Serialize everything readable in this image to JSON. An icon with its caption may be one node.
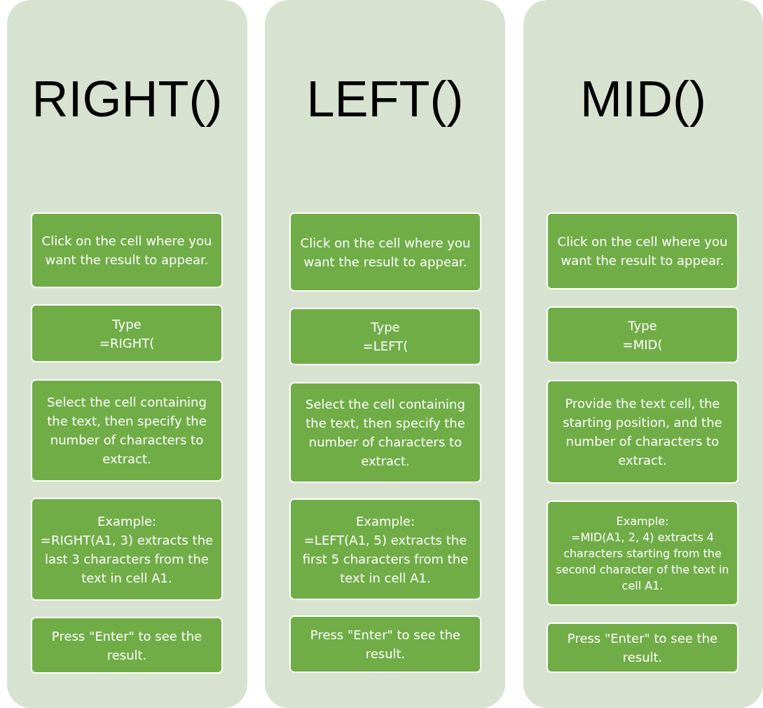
{
  "diagram": {
    "nodes": [
      {
        "text": [
          "RIGHT()"
        ]
      },
      {
        "text": [
          "Click on the cell where you want the result to appear."
        ],
        "in": 0
      },
      {
        "text": [
          "Type",
          "=RIGHT("
        ],
        "in": 0
      },
      {
        "text": [
          "Select the cell containing the text, then specify the number of characters to extract."
        ],
        "in": 0
      },
      {
        "text": [
          "Example:",
          "=RIGHT(A1, 3) extracts the last 3 characters from the text in cell A1."
        ],
        "in": 0
      },
      {
        "text": [
          "Press \"Enter\" to see the result."
        ],
        "in": 0
      },
      {
        "text": [
          "LEFT()"
        ]
      },
      {
        "text": [
          "Click on the cell where you want the result to appear."
        ],
        "in": 6
      },
      {
        "text": [
          "Type",
          "=LEFT("
        ],
        "in": 6
      },
      {
        "text": [
          "Select the cell containing the text, then specify the number of characters to extract."
        ],
        "in": 6
      },
      {
        "text": [
          "Example:",
          "=LEFT(A1, 5) extracts the first 5 characters from the text in cell A1."
        ],
        "in": 6
      },
      {
        "text": [
          "Press \"Enter\" to see the result."
        ],
        "in": 6
      },
      {
        "text": [
          "MID()"
        ]
      },
      {
        "text": [
          "Click on the cell where you want the result to appear."
        ],
        "in": 12
      },
      {
        "text": [
          "Type",
          "=MID("
        ],
        "in": 12
      },
      {
        "text": [
          "Provide the text cell, the starting position, and the number of characters to extract."
        ],
        "in": 12
      },
      {
        "text": [
          "Example:",
          "=MID(A1, 2, 4) extracts 4 characters starting from the second character of the text in cell A1."
        ],
        "in": 12
      },
      {
        "text": [
          "Press \"Enter\" to see the result."
        ],
        "in": 12
      }
    ]
  }
}
